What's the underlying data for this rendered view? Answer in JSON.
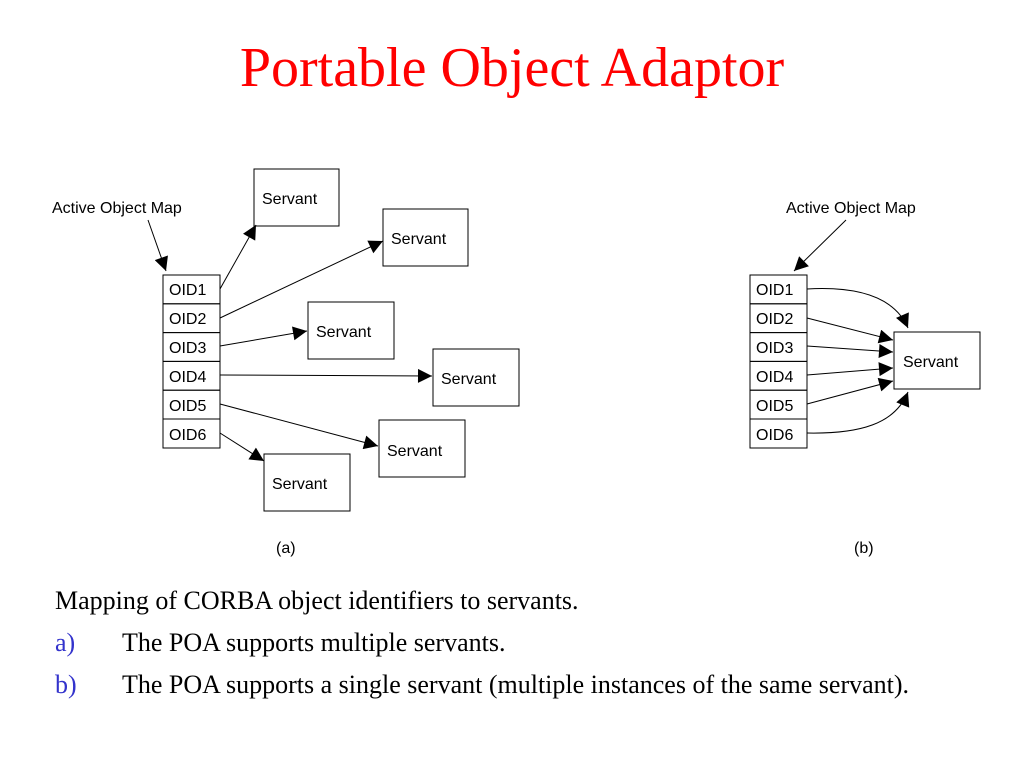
{
  "title": "Portable Object Adaptor",
  "diagram_a": {
    "map_label": "Active Object Map",
    "oids": [
      "OID1",
      "OID2",
      "OID3",
      "OID4",
      "OID5",
      "OID6"
    ],
    "servant_label": "Servant",
    "caption": "(a)"
  },
  "diagram_b": {
    "map_label": "Active Object Map",
    "oids": [
      "OID1",
      "OID2",
      "OID3",
      "OID4",
      "OID5",
      "OID6"
    ],
    "servant_label": "Servant",
    "caption": "(b)"
  },
  "text": {
    "caption": "Mapping of CORBA object identifiers to servants.",
    "items": [
      {
        "marker": "a)",
        "text": "The POA supports multiple servants."
      },
      {
        "marker": "b)",
        "text": "The POA supports a single servant (multiple instances of the same servant)."
      }
    ]
  },
  "colors": {
    "title": "#ff0000",
    "list_marker": "#3333cc",
    "text": "#000000"
  }
}
